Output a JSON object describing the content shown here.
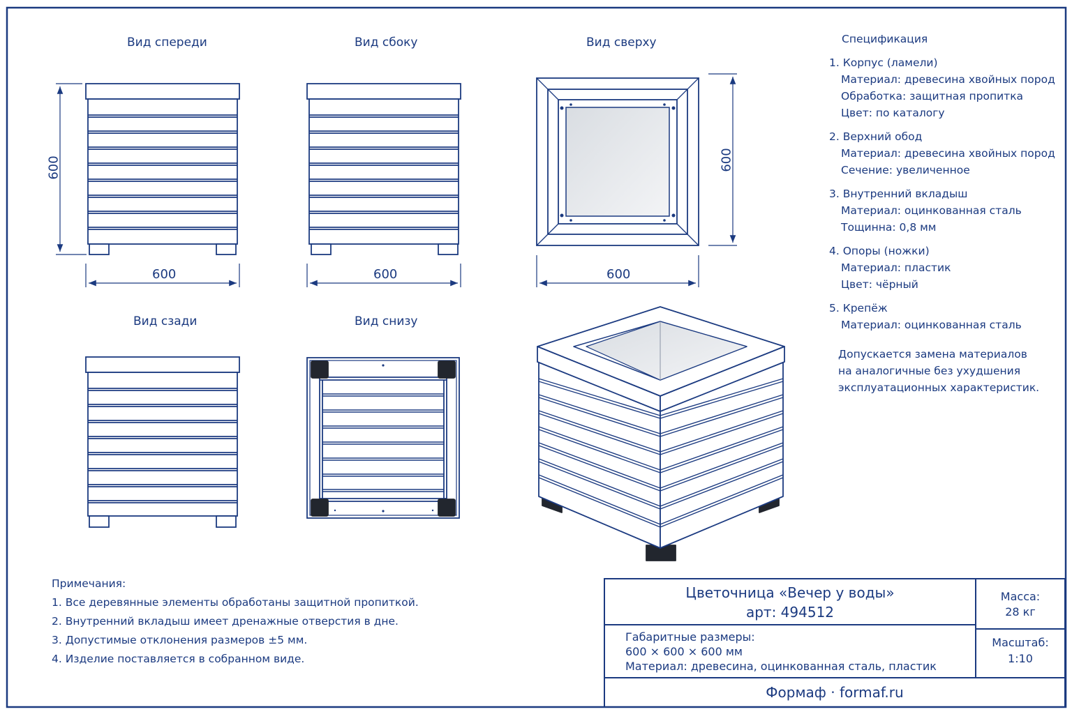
{
  "views": {
    "front": "Вид спереди",
    "side": "Вид сбоку",
    "top": "Вид сверху",
    "back": "Вид сзади",
    "bottom": "Вид снизу"
  },
  "dimensions": {
    "front_height": "600",
    "front_width": "600",
    "side_width": "600",
    "top_height": "600",
    "top_width": "600"
  },
  "spec": {
    "title": "Спецификация",
    "items": [
      {
        "title": "1. Корпус (ламели)",
        "lines": [
          "Материал: древесина хвойных пород",
          "Обработка: защитная пропитка",
          "Цвет: по каталогу"
        ]
      },
      {
        "title": "2. Верхний обод",
        "lines": [
          "Материал: древесина хвойных пород",
          "Сечение: увеличенное"
        ]
      },
      {
        "title": "3. Внутренний вкладыш",
        "lines": [
          "Материал: оцинкованная сталь",
          "Тощинна: 0,8 мм"
        ]
      },
      {
        "title": "4. Опоры (ножки)",
        "lines": [
          "Материал: пластик",
          "Цвет: чёрный"
        ]
      },
      {
        "title": "5. Крепёж",
        "lines": [
          "Материал: оцинкованная сталь"
        ]
      }
    ],
    "note": [
      "Допускается замена материалов",
      "на аналогичные без ухудшения",
      "эксплуатационных характеристик."
    ]
  },
  "notes": {
    "title": "Примечания:",
    "items": [
      "1. Все деревянные элементы обработаны защитной пропиткой.",
      "2. Внутренний вкладыш имеет дренажные отверстия в дне.",
      "3. Допустимые отклонения размеров ±5 мм.",
      "4. Изделие поставляется в собранном виде."
    ]
  },
  "title_block": {
    "name": "Цветочница «Вечер у воды»",
    "article": "арт: 494512",
    "mass_label": "Масса:",
    "mass_value": "28 кг",
    "dims_label": "Габаритные размеры:",
    "dims_value": "600 × 600 × 600 мм",
    "material": "Материал: древесина, оцинкованная сталь, пластик",
    "scale_label": "Масштаб:",
    "scale_value": "1:10",
    "brand": "Формаф · formaf.ru"
  },
  "colors": {
    "line": "#1b3a80",
    "paper": "#ffffff",
    "liner": "#e9ebee",
    "foot": "#22262e"
  }
}
